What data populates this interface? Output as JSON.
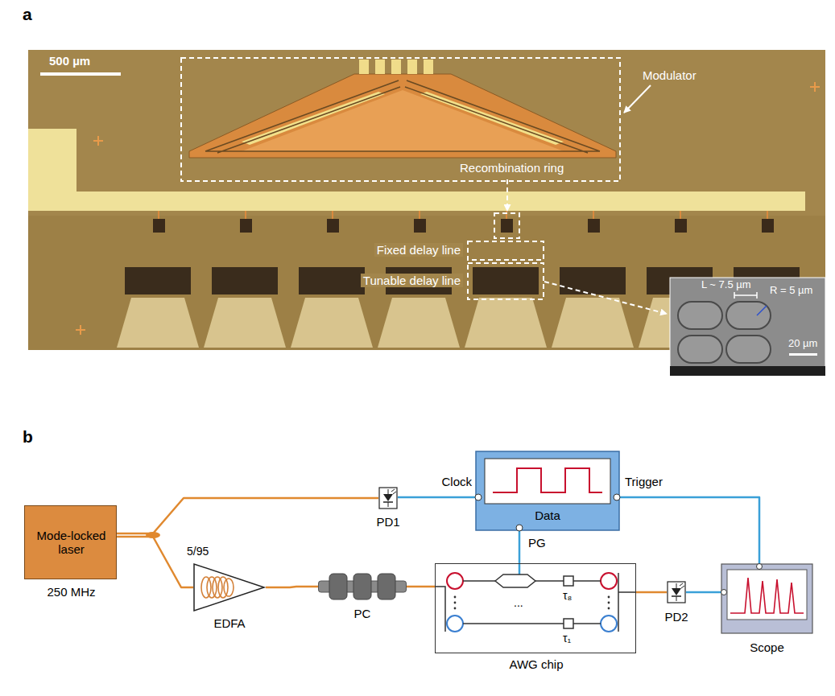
{
  "diagram": {
    "nodes": [
      {
        "text": [
          "Mode-locked laser",
          "250 MHz"
        ]
      },
      {
        "text": [
          "PD1"
        ]
      },
      {
        "text": [
          "Clock",
          "Trigger",
          "Data",
          "PG"
        ]
      },
      {
        "text": [
          "EDFA"
        ]
      },
      {
        "text": [
          "PC"
        ]
      },
      {
        "text": [
          "AWG chip"
        ]
      },
      {
        "text": [
          "PD2"
        ]
      },
      {
        "text": [
          "Scope"
        ]
      }
    ],
    "edges": [
      {
        "from": 0,
        "to": 1,
        "arrow": "none"
      },
      {
        "from": 0,
        "to": 3,
        "arrow": "none"
      },
      {
        "from": 1,
        "to": 2,
        "arrow": "none"
      },
      {
        "from": 2,
        "to": 7,
        "arrow": "none"
      },
      {
        "from": 2,
        "to": 5,
        "arrow": "none"
      },
      {
        "from": 3,
        "to": 4,
        "arrow": "none"
      },
      {
        "from": 4,
        "to": 5,
        "arrow": "none"
      },
      {
        "from": 5,
        "to": 6,
        "arrow": "none"
      },
      {
        "from": 6,
        "to": 7,
        "arrow": "none"
      }
    ],
    "labels": [
      "a",
      "500 µm",
      "Modulator",
      "Recombination ring",
      "Fixed delay line",
      "Tunable delay line",
      "L ~ 7.5 µm",
      "R = 5 µm",
      "20 µm",
      "b",
      "5/95",
      "τ₈",
      "...",
      "τ₁"
    ]
  }
}
